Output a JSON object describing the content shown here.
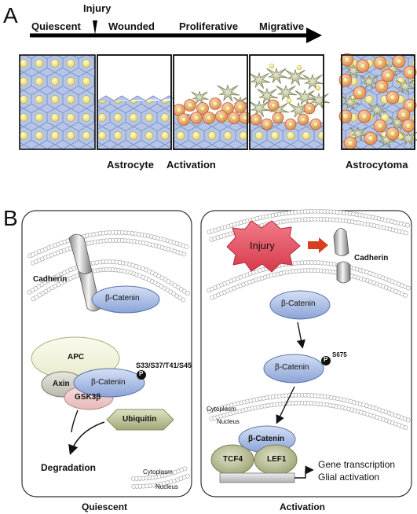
{
  "panel_a": {
    "letter": "A",
    "injury_label": "Injury",
    "stages": [
      "Quiescent",
      "Wounded",
      "Proliferative",
      "Migrative"
    ],
    "captions": {
      "astrocyte": "Astrocyte",
      "activation": "Activation",
      "astrocytoma": "Astrocytoma"
    }
  },
  "panel_b": {
    "letter": "B",
    "left": {
      "cadherin": "Cadherin",
      "beta_catenin": "β-Catenin",
      "apc": "APC",
      "axin": "Axin",
      "complex_beta_catenin": "β-Catenin",
      "phospho_sites": "S33/S37/T41/S45",
      "phospho": "P",
      "gsk3b": "GSK3β",
      "ubiquitin": "Ubiquitin",
      "degradation": "Degradation",
      "cytoplasm": "Cytoplasm",
      "nucleus": "Nucleus",
      "title": "Quiescent"
    },
    "right": {
      "injury": "Injury",
      "cadherin": "Cadherin",
      "beta_catenin_1": "β-Catenin",
      "beta_catenin_2": "β-Catenin",
      "phospho": "P",
      "site": "S675",
      "cytoplasm": "Cytoplasm",
      "nucleus": "Nucleus",
      "beta_catenin_3": "β-Catenin",
      "tcf4": "TCF4",
      "lef1": "LEF1",
      "gene_transcription": "Gene transcription",
      "glial_activation": "Glial activation",
      "title": "Activation"
    }
  },
  "colors": {
    "astro_blue": "#b3c3e6",
    "nucleus_yellow": "#f2e68a",
    "orange": "#eba57b",
    "green": "#b9bd8f",
    "injury_red": "#e24a5a",
    "arrow_red": "#d6401f",
    "catenin_blue": "#9fb6e0"
  }
}
